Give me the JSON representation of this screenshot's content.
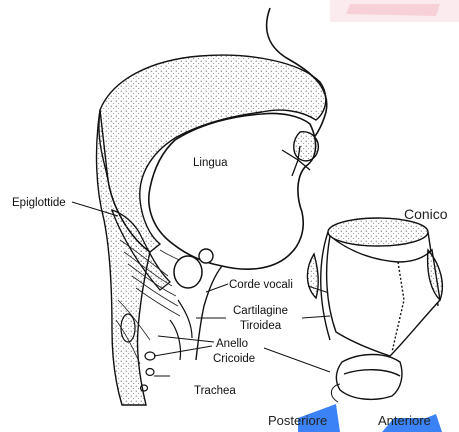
{
  "labels": {
    "lingua": "Lingua",
    "epiglottide": "Epiglottide",
    "corde_vocali": "Corde vocali",
    "cartilagine": "Cartilagine",
    "tiroidea": "Tiroidea",
    "anello": "Anello",
    "cricoide": "Cricoide",
    "trachea": "Trachea",
    "conico": "Conico",
    "posteriore": "Posteriore",
    "anteriore": "Anteriore"
  },
  "colors": {
    "arrow": "#3b82f6",
    "line": "#111111",
    "corner_accent": "#f3c0c8"
  }
}
